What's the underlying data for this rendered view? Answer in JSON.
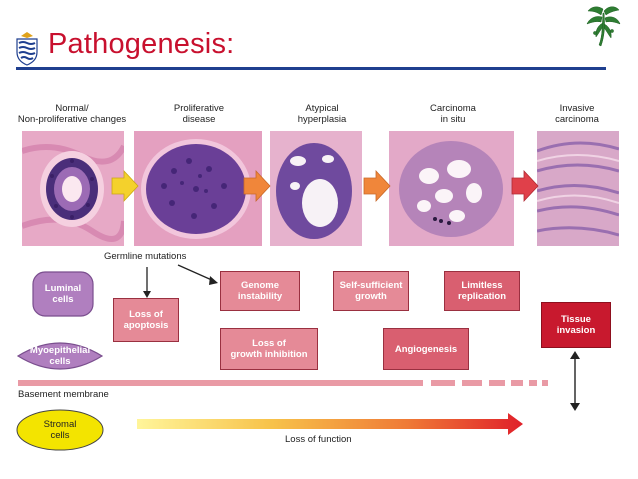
{
  "title": "Pathogenesis:",
  "colors": {
    "title": "#c8102e",
    "rule": "#1f3f8f",
    "box_light": "#e58a97",
    "box_mid": "#d95f70",
    "box_dark": "#c8192e",
    "luminal": "#b07fbf",
    "stroma": "#f3e400",
    "arrow_yellow": "#f4d12c",
    "arrow_orange": "#f0863a",
    "arrow_red": "#e0404a"
  },
  "logos": [
    "university-shield-logo",
    "leaf-emblem-logo"
  ],
  "stages": [
    {
      "line1": "Normal/",
      "line2": "Non-proliferative changes"
    },
    {
      "line1": "Proliferative",
      "line2": "disease"
    },
    {
      "line1": "Atypical",
      "line2": "hyperplasia"
    },
    {
      "line1": "Carcinoma",
      "line2": "in situ"
    },
    {
      "line1": "Invasive",
      "line2": "carcinoma"
    }
  ],
  "legend": {
    "luminal": {
      "line1": "Luminal",
      "line2": "cells"
    },
    "myoepithelial": {
      "line1": "Myoepithelial",
      "line2": "cells"
    },
    "stromal": {
      "line1": "Stromal",
      "line2": "cells"
    }
  },
  "germline": "Germline mutations",
  "boxes": {
    "apoptosis": {
      "line1": "Loss of",
      "line2": "apoptosis"
    },
    "genome": {
      "line1": "Genome",
      "line2": "instability"
    },
    "selfsufficient": {
      "line1": "Self-sufficient",
      "line2": "growth"
    },
    "limitless": {
      "line1": "Limitless",
      "line2": "replication"
    },
    "growthinhibition": {
      "line1": "Loss of",
      "line2": "growth inhibition"
    },
    "angiogenesis": {
      "line1": "Angiogenesis"
    },
    "invasion": {
      "line1": "Tissue",
      "line2": "invasion"
    }
  },
  "basement": "Basement membrane",
  "lossoffunction": "Loss of function"
}
